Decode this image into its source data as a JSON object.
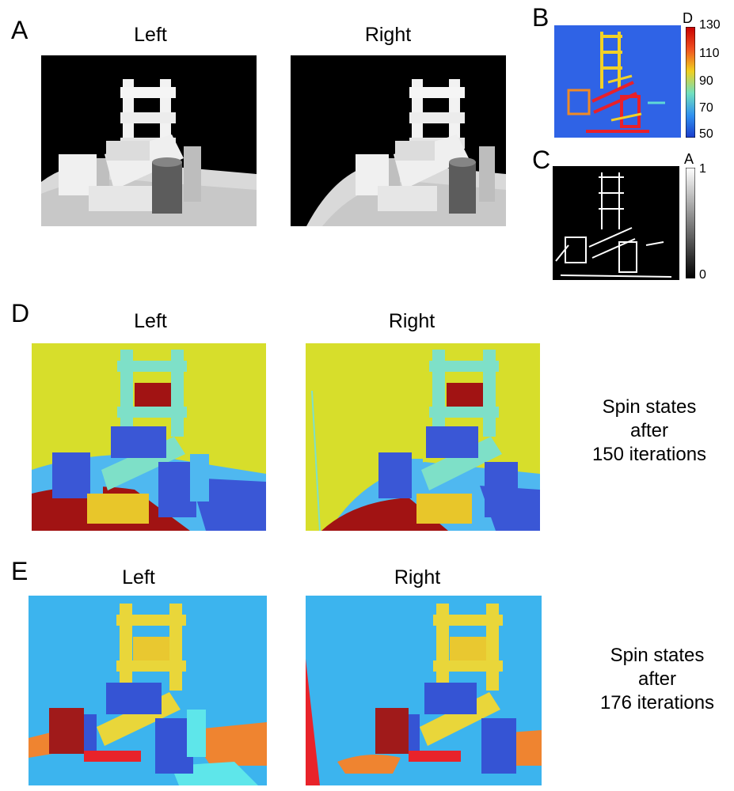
{
  "figure": {
    "panelA": {
      "letter": "A",
      "left_label": "Left",
      "right_label": "Right"
    },
    "panelB": {
      "letter": "B",
      "colorbar_label": "D",
      "colorbar_ticks": [
        "130",
        "110",
        "90",
        "70",
        "50"
      ],
      "colormap": [
        "#e01010",
        "#f07020",
        "#f0d020",
        "#60e0d0",
        "#2a60e0"
      ],
      "background_color": "#2f63e6"
    },
    "panelC": {
      "letter": "C",
      "colorbar_label": "A",
      "colorbar_ticks": [
        "1",
        "0"
      ]
    },
    "panelD": {
      "letter": "D",
      "left_label": "Left",
      "right_label": "Right",
      "caption": "Spin states\n after\n150 iterations",
      "colors": {
        "background": "#d7de2b",
        "red": "#a11313",
        "blue": "#3a57d6",
        "cyan": "#7ee0c8",
        "yellow": "#e8c62a",
        "sky": "#4fb8f0"
      }
    },
    "panelE": {
      "letter": "E",
      "left_label": "Left",
      "right_label": "Right",
      "caption": "Spin states\n after\n176 iterations",
      "colors": {
        "background": "#3cb4ee",
        "red": "#a01a1a",
        "blue": "#3554d4",
        "yellow": "#e9d63a",
        "orange": "#ef8430",
        "cyan": "#5ee6ea",
        "brightred": "#e8232a"
      }
    }
  }
}
